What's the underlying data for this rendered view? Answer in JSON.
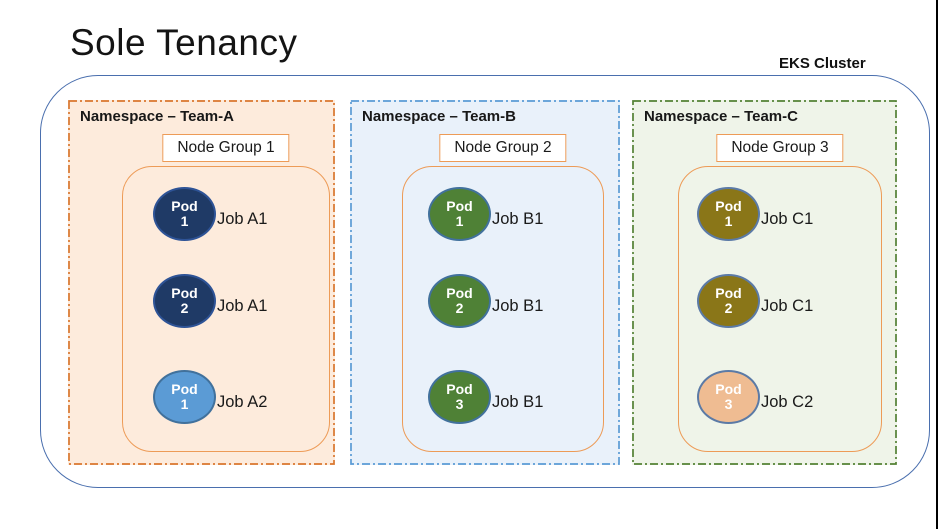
{
  "title": "Sole Tenancy",
  "cluster": {
    "label": "EKS Cluster",
    "border_color": "#4a6fae"
  },
  "namespaces": [
    {
      "label": "Namespace – Team-A",
      "node_group_label": "Node Group 1",
      "theme": {
        "bg": "#fdebdc",
        "border": "#d9772f",
        "node_border": "#ed9b57"
      },
      "pods": [
        {
          "name": "Pod",
          "num": "1",
          "job": "Job A1",
          "fill": "#1f3a66",
          "border": "#2e5396"
        },
        {
          "name": "Pod",
          "num": "2",
          "job": "Job A1",
          "fill": "#1f3a66",
          "border": "#2e5396"
        },
        {
          "name": "Pod",
          "num": "1",
          "job": "Job A2",
          "fill": "#5b9bd5",
          "border": "#41719c"
        }
      ]
    },
    {
      "label": "Namespace – Team-B",
      "node_group_label": "Node Group 2",
      "theme": {
        "bg": "#e9f1fa",
        "border": "#5b9bd5",
        "node_border": "#ed9b57"
      },
      "pods": [
        {
          "name": "Pod",
          "num": "1",
          "job": "Job B1",
          "fill": "#4f8136",
          "border": "#41719c"
        },
        {
          "name": "Pod",
          "num": "2",
          "job": "Job B1",
          "fill": "#4f8136",
          "border": "#41719c"
        },
        {
          "name": "Pod",
          "num": "3",
          "job": "Job B1",
          "fill": "#4f8136",
          "border": "#41719c"
        }
      ]
    },
    {
      "label": "Namespace – Team-C",
      "node_group_label": "Node Group 3",
      "theme": {
        "bg": "#eff4e9",
        "border": "#548135",
        "node_border": "#ed9b57"
      },
      "pods": [
        {
          "name": "Pod",
          "num": "1",
          "job": "Job C1",
          "fill": "#8a7618",
          "border": "#5b7aa6"
        },
        {
          "name": "Pod",
          "num": "2",
          "job": "Job C1",
          "fill": "#8a7618",
          "border": "#5b7aa6"
        },
        {
          "name": "Pod",
          "num": "3",
          "job": "Job C2",
          "fill": "#efbc92",
          "border": "#5b7aa6"
        }
      ]
    }
  ]
}
